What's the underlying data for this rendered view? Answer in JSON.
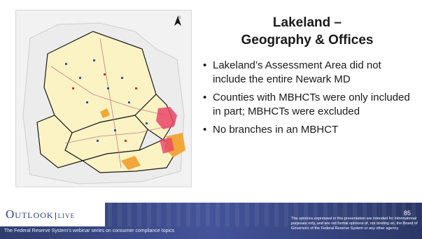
{
  "slide": {
    "title_line1": "Lakeland –",
    "title_line2": "Geography & Offices",
    "bullets": [
      "Lakeland’s Assessment Area did not include the entire Newark MD",
      "Counties with MBHCTs were only included in part; MBHCTs were excluded",
      "No branches in an MBHCT"
    ],
    "bullet_glyph": "•"
  },
  "map": {
    "north_label": "N",
    "colors": {
      "county_fill": "#fbf3c4",
      "county_border": "#1a1a1a",
      "road": "#c08080",
      "mbhct": "#e8456a",
      "moderate": "#f3a63a",
      "background": "#f2f2f2"
    }
  },
  "footer": {
    "logo_text": "Outlook",
    "logo_live": "LIVE",
    "tagline": "The Federal Reserve System’s webinar series on consumer compliance topics",
    "page_number": "85",
    "disclaimer": "The opinions expressed in this presentation are intended for informational purposes only, and are not formal opinions of, nor binding on, the Board of Governors of the Federal Reserve System or any other agency."
  }
}
